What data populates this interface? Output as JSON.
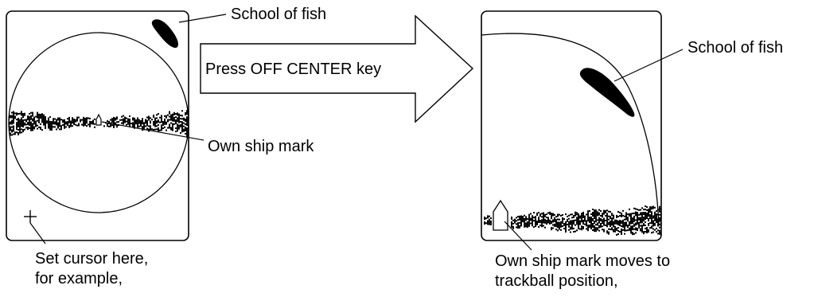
{
  "labels": {
    "school_left": "School of fish",
    "press_key": "Press OFF CENTER key",
    "own_ship_left": "Own ship mark",
    "cursor_line1": "Set cursor here,",
    "cursor_line2": "for example,",
    "school_right": "School of fish",
    "own_ship_right_line1": "Own ship mark moves to",
    "own_ship_right_line2": "trackball position,"
  },
  "colors": {
    "ink": "#000000",
    "background": "#ffffff"
  },
  "icons": {
    "cursor": "plus-cursor-icon",
    "arrow": "right-arrow-icon"
  }
}
